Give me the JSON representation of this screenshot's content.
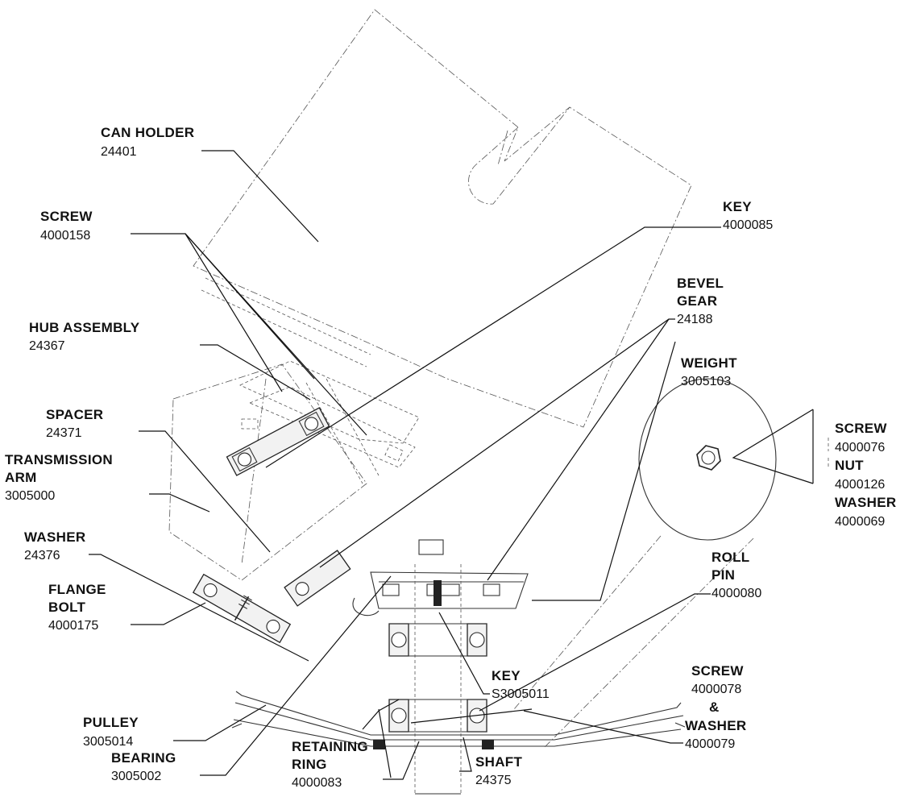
{
  "labels": {
    "can_holder": {
      "lines": [
        "CAN HOLDER"
      ],
      "number": "24401"
    },
    "screw_158": {
      "lines": [
        "SCREW"
      ],
      "number": "4000158"
    },
    "hub_assembly": {
      "lines": [
        "HUB ASSEMBLY"
      ],
      "number": "24367"
    },
    "spacer": {
      "lines": [
        "SPACER"
      ],
      "number": "24371"
    },
    "transmission_arm": {
      "lines": [
        "TRANSMISSION",
        "ARM"
      ],
      "number": "3005000"
    },
    "washer_376": {
      "lines": [
        "WASHER"
      ],
      "number": "24376"
    },
    "flange_bolt": {
      "lines": [
        "FLANGE",
        "BOLT"
      ],
      "number": "4000175"
    },
    "pulley": {
      "lines": [
        "PULLEY"
      ],
      "number": "3005014"
    },
    "bearing": {
      "lines": [
        "BEARING"
      ],
      "number": "3005002"
    },
    "retaining_ring": {
      "lines": [
        "RETAINING",
        "RING"
      ],
      "number": "4000083"
    },
    "shaft": {
      "lines": [
        "SHAFT"
      ],
      "number": "24375"
    },
    "key_085": {
      "lines": [
        "KEY"
      ],
      "number": "4000085"
    },
    "bevel_gear": {
      "lines": [
        "BEVEL",
        "GEAR"
      ],
      "number": "24188"
    },
    "weight": {
      "lines": [
        "WEIGHT"
      ],
      "number": "3005103"
    },
    "screw_076": {
      "lines": [
        "SCREW"
      ],
      "number": "4000076"
    },
    "nut": {
      "lines": [
        "NUT"
      ],
      "number": "4000126"
    },
    "washer_069": {
      "lines": [
        "WASHER"
      ],
      "number": "4000069"
    },
    "roll_pin": {
      "lines": [
        "ROLL",
        "PIN"
      ],
      "number": "4000080"
    },
    "key_s011": {
      "lines": [
        "KEY"
      ],
      "number": "S3005011"
    },
    "screw_078": {
      "lines": [
        "SCREW"
      ],
      "number": "4000078",
      "connector": "&"
    },
    "washer_079": {
      "lines": [
        "WASHER"
      ],
      "number": "4000079"
    }
  }
}
